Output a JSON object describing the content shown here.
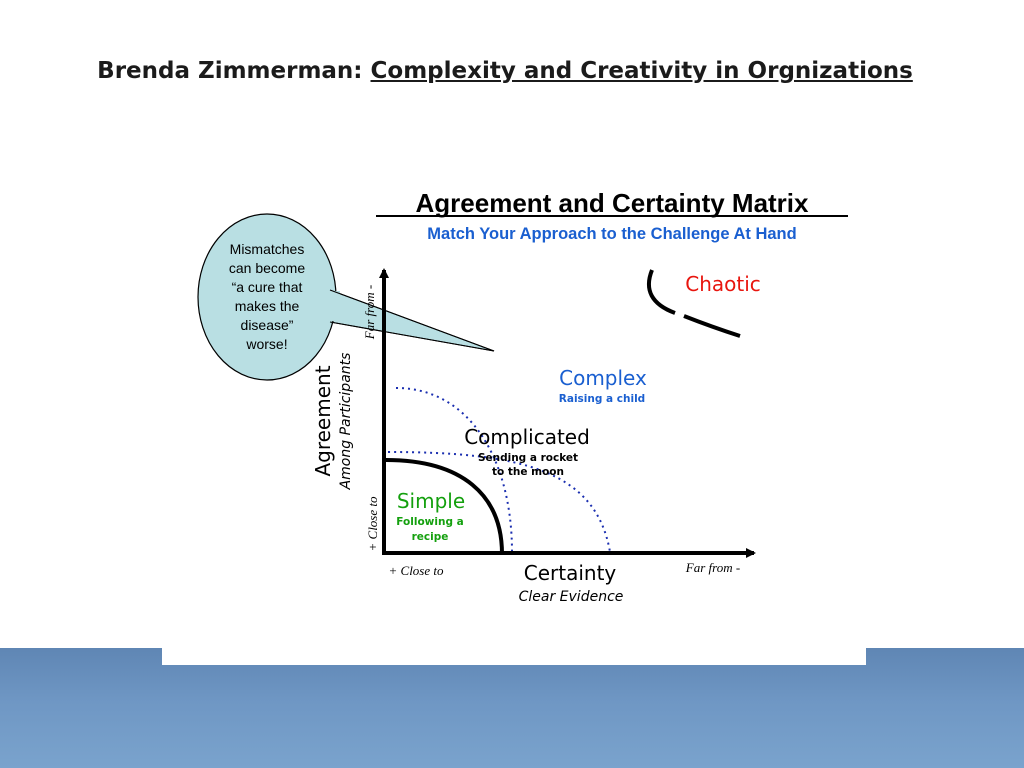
{
  "slide": {
    "title_prefix": "Brenda Zimmerman: ",
    "title_main": "Complexity and Creativity in Orgnizations"
  },
  "matrix": {
    "title": "Agreement and Certainty Matrix",
    "subtitle": "Match Your Approach to the Challenge At Hand"
  },
  "callout": {
    "lines": [
      "Mismatches",
      "can become",
      "“a cure that",
      "makes the",
      "disease”",
      "worse!"
    ]
  },
  "zones": {
    "chaotic": {
      "label": "Chaotic",
      "color": "#e8150e"
    },
    "complex": {
      "label": "Complex",
      "example": "Raising a child",
      "color": "#1a5fd0"
    },
    "complicated": {
      "label": "Complicated",
      "example_line1": "Sending a rocket",
      "example_line2": "to the moon",
      "color": "#000000"
    },
    "simple": {
      "label": "Simple",
      "example_line1": "Following a",
      "example_line2": "recipe",
      "color": "#14a00e"
    }
  },
  "x_axis": {
    "title": "Certainty",
    "subtitle": "Clear Evidence",
    "low_label": "+ Close to",
    "high_label": "Far from -"
  },
  "y_axis": {
    "title": "Agreement",
    "subtitle": "Among Participants",
    "low_label": "+ Close to",
    "high_label": "Far from -"
  },
  "colors": {
    "band": "#6f97c4",
    "dotted_curve": "#1b2fb0",
    "callout_fill": "#b9dfe3"
  }
}
